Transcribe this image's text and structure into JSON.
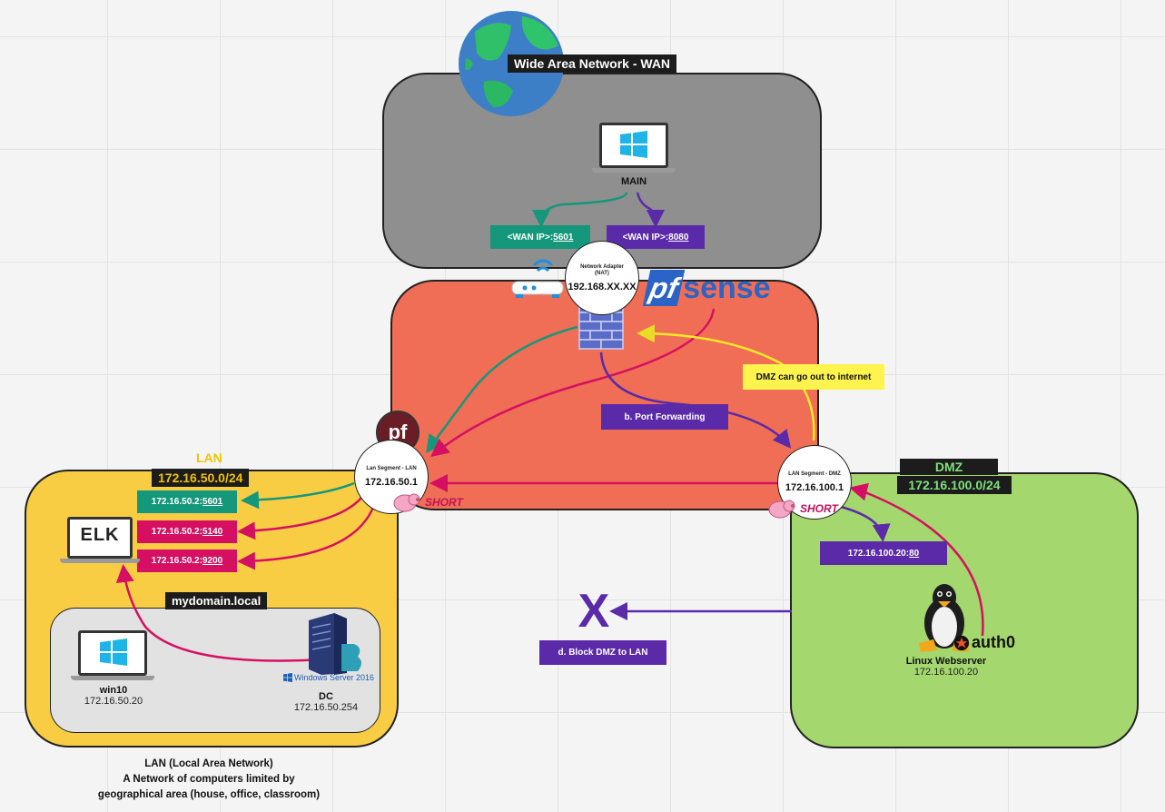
{
  "wan": {
    "title": "Wide Area Network - WAN",
    "host_label": "MAIN",
    "tag_green_prefix": "<WAN IP>:",
    "tag_green_port": "5601",
    "tag_purple_prefix": "<WAN IP>:",
    "tag_purple_port": "8080"
  },
  "firewall": {
    "adapter_small": "Network Adapter (NAT)",
    "adapter_ip": "192.168.XX.XX",
    "brand": "sense",
    "brand_pf": "pf"
  },
  "lan_node": {
    "small": "Lan Segment - LAN",
    "ip": "172.16.50.1"
  },
  "dmz_node": {
    "small": "LAN Segment - DMZ",
    "ip": "172.16.100.1"
  },
  "notes": {
    "dmz_internet": "DMZ can go out to internet",
    "port_forwarding": "b. Port Forwarding",
    "block": "d. Block DMZ to LAN",
    "block_mark": "X",
    "snort": "SHORT"
  },
  "lan": {
    "title": "LAN",
    "subnet": "172.16.50.0/24",
    "tags": [
      {
        "prefix": "172.16.50.2:",
        "port": "5601"
      },
      {
        "prefix": "172.16.50.2:",
        "port": "5140"
      },
      {
        "prefix": "172.16.50.2:",
        "port": "9200"
      }
    ],
    "domain": "mydomain.local",
    "win10_name": "win10",
    "win10_ip": "172.16.50.20",
    "dc_name": "DC",
    "dc_ip": "172.16.50.254",
    "winserver_label": "Windows Server 2016",
    "elk_label": "ELK",
    "description": [
      "LAN (Local Area Network)",
      "A Network of computers limited by",
      "geographical area (house, office, classroom)"
    ]
  },
  "dmz": {
    "title": "DMZ",
    "subnet": "172.16.100.0/24",
    "tag_prefix": "172.16.100.20:",
    "tag_port": "80",
    "server_name": "Linux Webserver",
    "server_ip": "172.16.100.20",
    "auth_label": "auth0"
  },
  "colors": {
    "wan_zone": "#8f8f8f",
    "firewall_zone": "#ef6e55",
    "lan_zone": "#f8cd44",
    "dmz_zone": "#a4d76d",
    "green": "#14977a",
    "purple": "#5a2aa8",
    "red": "#d51062",
    "yellow": "#fff34d",
    "yellow_text": "#f2c300",
    "dmz_text": "#7ee07a"
  }
}
